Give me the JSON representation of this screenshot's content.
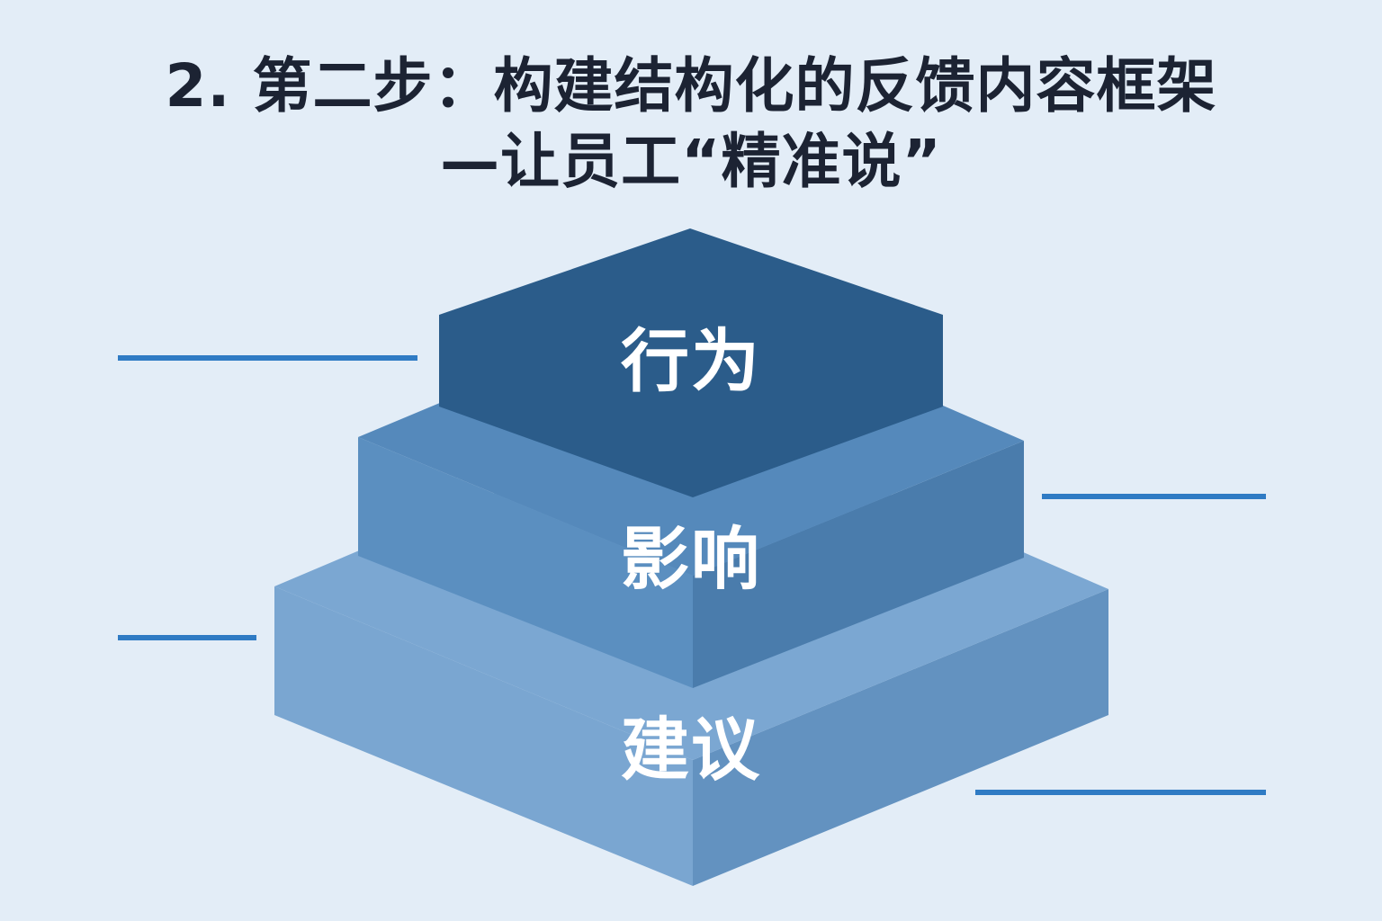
{
  "title": {
    "line1": "2. 第二步：构建结构化的反馈内容框架",
    "line2": "—让员工“精准说”"
  },
  "pyramid": {
    "layers": [
      {
        "label": "行为",
        "color_top": "#2b5c8a",
        "color_left": "#2e5f8d",
        "color_right": "#27557f"
      },
      {
        "label": "影响",
        "color_top": "#5589bb",
        "color_left": "#5b8fc0",
        "color_right": "#4a7cac"
      },
      {
        "label": "建议",
        "color_top": "#7ba7d2",
        "color_left": "#7aa6d1",
        "color_right": "#6392c0"
      }
    ],
    "line_color": "#2f7bc4"
  }
}
